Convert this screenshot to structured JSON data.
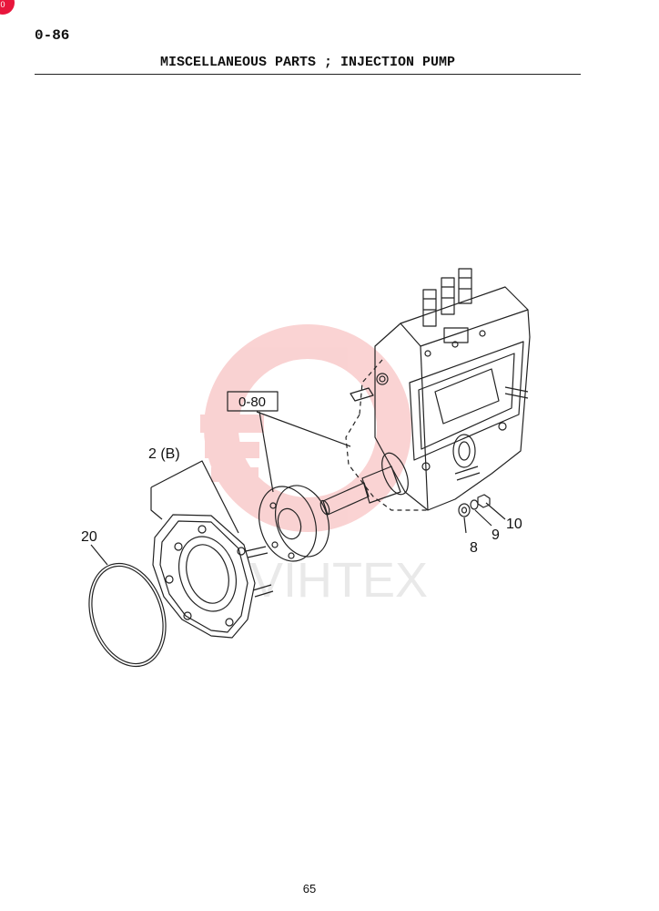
{
  "header": {
    "page_code": "0-86",
    "title": "MISCELLANEOUS PARTS ; INJECTION PUMP"
  },
  "badge": {
    "text": "0"
  },
  "diagram": {
    "reference_box": "0-80",
    "callouts": [
      {
        "id": "2b",
        "label": "2 (B)"
      },
      {
        "id": "20",
        "label": "20"
      },
      {
        "id": "8",
        "label": "8"
      },
      {
        "id": "9",
        "label": "9"
      },
      {
        "id": "10",
        "label": "10"
      }
    ]
  },
  "watermark": {
    "text": "VIHTEX",
    "color": "#f3b3b3"
  },
  "footer": {
    "page_number": "65"
  }
}
